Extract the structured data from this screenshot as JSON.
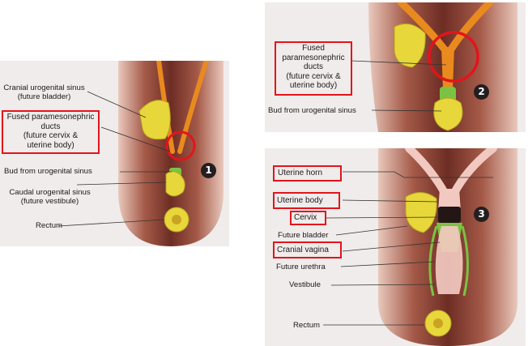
{
  "panel1": {
    "step": "1",
    "labels": {
      "cranial_sinus_1": "Cranial urogenital sinus",
      "cranial_sinus_2": "(future bladder)",
      "fused_1": "Fused paramesonephric",
      "fused_2": "ducts",
      "fused_3": "(future cervix &",
      "fused_4": "uterine body)",
      "bud": "Bud from urogenital sinus",
      "caudal_1": "Caudal urogenital sinus",
      "caudal_2": "(future vestibule)",
      "rectum": "Rectum"
    }
  },
  "panel2": {
    "step": "2",
    "labels": {
      "fused_1": "Fused",
      "fused_2": "paramesonephric",
      "fused_3": "ducts",
      "fused_4": "(future cervix &",
      "fused_5": "uterine body)",
      "bud": "Bud from urogenital sinus"
    }
  },
  "panel3": {
    "step": "3",
    "labels": {
      "uterine_horn": "Uterine horn",
      "uterine_body": "Uterine body",
      "cervix": "Cervix",
      "future_bladder": "Future bladder",
      "cranial_vagina": "Cranial vagina",
      "future_urethra": "Future urethra",
      "vestibule": "Vestibule",
      "rectum": "Rectum"
    }
  },
  "colors": {
    "highlight": "#e3141c",
    "panel_bg": "#efeceb",
    "tissue": "#7b3a2e",
    "duct": "#e98a1f",
    "sinus": "#e8d73a",
    "bud": "#7cc242",
    "uterus": "#f2c9c0"
  }
}
